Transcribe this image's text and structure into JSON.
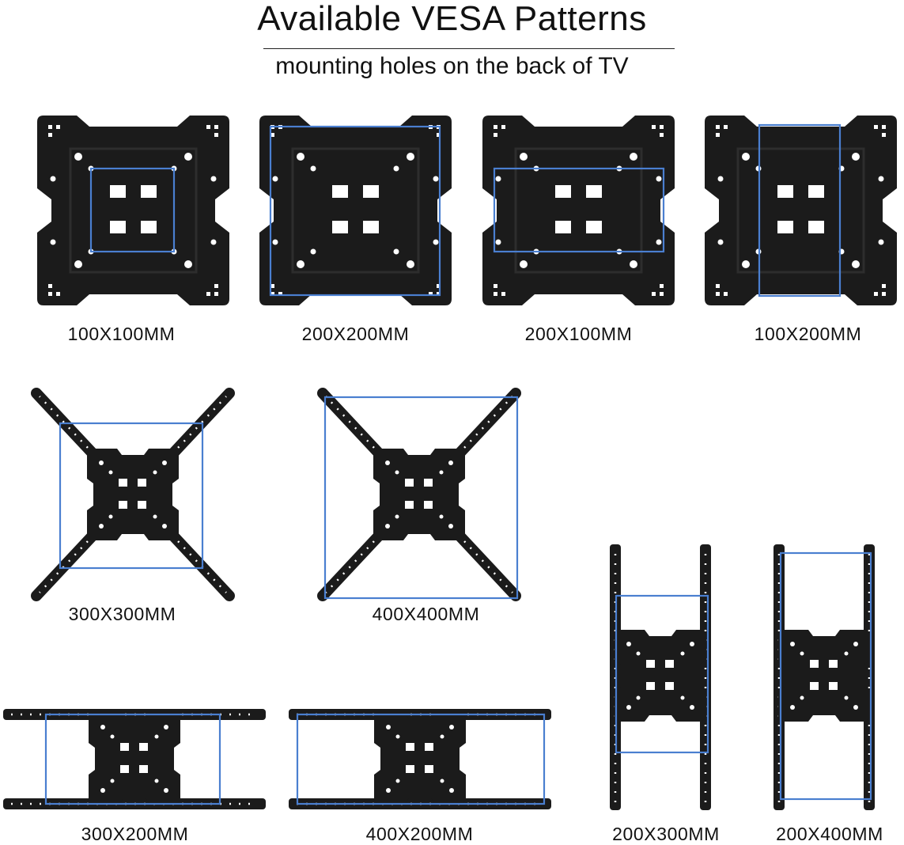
{
  "header": {
    "title": "Available VESA Patterns",
    "subtitle": "mounting holes on the back of TV"
  },
  "colors": {
    "plate": "#1b1b1b",
    "highlight": "#4a7fd0",
    "background": "#ffffff"
  },
  "patterns": [
    {
      "label": "100X100MM",
      "mount": "plate-only"
    },
    {
      "label": "200X200MM",
      "mount": "plate-only"
    },
    {
      "label": "200X100MM",
      "mount": "plate-only"
    },
    {
      "label": "100X200MM",
      "mount": "plate-only"
    },
    {
      "label": "300X300MM",
      "mount": "diagonal-arms"
    },
    {
      "label": "400X400MM",
      "mount": "diagonal-arms"
    },
    {
      "label": "200X300MM",
      "mount": "vertical-rails"
    },
    {
      "label": "200X400MM",
      "mount": "vertical-rails"
    },
    {
      "label": "300X200MM",
      "mount": "horizontal-rails"
    },
    {
      "label": "400X200MM",
      "mount": "horizontal-rails"
    }
  ]
}
